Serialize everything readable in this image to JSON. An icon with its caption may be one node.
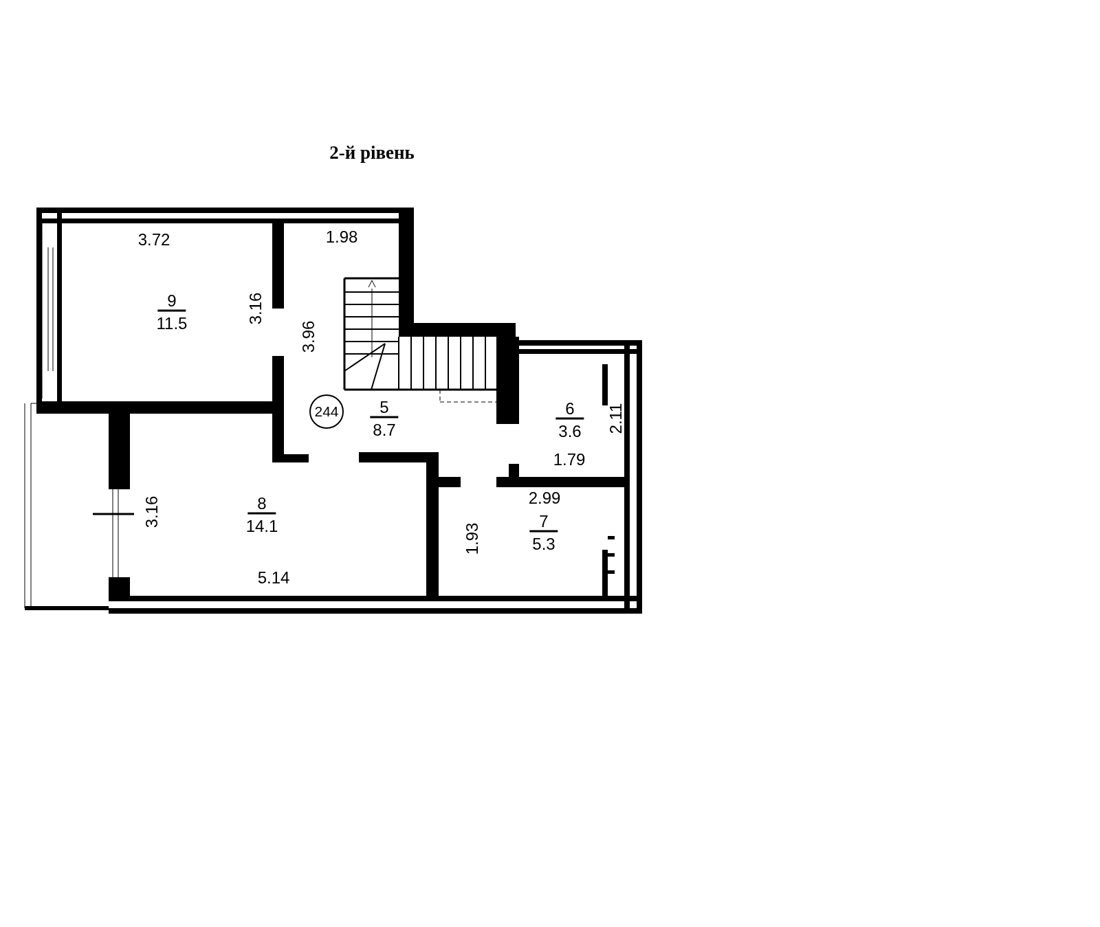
{
  "diagram": {
    "title": "2-й рівень",
    "nodes": [
      {
        "text": [
          "9",
          "11.5"
        ]
      },
      {
        "text": [
          "5",
          "8.7"
        ]
      },
      {
        "text": [
          "6",
          "3.6"
        ]
      },
      {
        "text": [
          "8",
          "14.1"
        ]
      },
      {
        "text": [
          "7",
          "5.3"
        ]
      },
      {
        "text": [
          "244"
        ]
      }
    ],
    "labels": [
      "3.72",
      "1.98",
      "3.16",
      "3.96",
      "2.11",
      "1.79",
      "2.99",
      "3.16",
      "1.93",
      "5.14"
    ]
  }
}
